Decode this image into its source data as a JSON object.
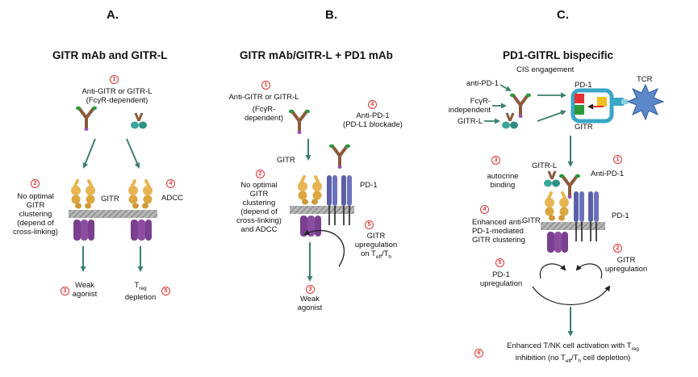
{
  "panel_a": {
    "letter": "A.",
    "title": "GITR mAb and GITR-L",
    "n1": "1",
    "agent_line1": "Anti-GITR or GITR-L",
    "agent_line2": "(FcγR-dependent)",
    "n2": "2",
    "no_opt_1": "No optimal",
    "no_opt_2": "GITR",
    "no_opt_3": "clustering",
    "no_opt_4": "(depend of",
    "no_opt_5": "cross-linking)",
    "gitr": "GITR",
    "n4": "4",
    "adcc": "ADCC",
    "n3": "3",
    "weak_1": "Weak",
    "weak_2": "agonist",
    "treg_t": "T",
    "treg_sub": "reg",
    "depletion": "depletion",
    "n5": "5"
  },
  "panel_b": {
    "letter": "B.",
    "title": "GITR mAb/GITR-L + PD1 mAb",
    "n1": "1",
    "agent_1": "Anti-GITR or GITR-L",
    "agent_2": "(FcγR-",
    "agent_3": "dependent)",
    "n4": "4",
    "pd1_1": "Anti-PD-1",
    "pd1_2": "(PD-L1 blockade)",
    "gitr": "GITR",
    "n2": "2",
    "no_opt_1": "No optimal",
    "no_opt_2": "GITR",
    "no_opt_3": "clustering",
    "no_opt_4": "(depend of",
    "no_opt_5": "cross-linking)",
    "no_opt_6": "and ADCC",
    "pd1": "PD-1",
    "n5": "5",
    "up_1": "GITR",
    "up_2": "upregulation",
    "up_on": "on T",
    "up_eff": "eff",
    "up_slash": "/T",
    "up_h": "h",
    "n3": "3",
    "weak_1": "Weak",
    "weak_2": "agonist"
  },
  "panel_c": {
    "letter": "C.",
    "title": "PD1-GITRL bispecific",
    "cis": "CIS engagement",
    "anti_pd1": "anti-PD-1",
    "fcyr_1": "FcγR-",
    "fcyr_2": "independent",
    "gitrl": "GITR-L",
    "pd1_top": "PD-1",
    "tcr": "TCR",
    "gitr_top": "GITR",
    "n3": "3",
    "gitrl_mid": "GITR-L",
    "n1": "1",
    "auto_1": "autocrine",
    "auto_2": "binding",
    "anti_pd1_mid": "Anti-PD-1",
    "n4": "4",
    "enh_1": "Enhanced anti-",
    "enh_2": "PD-1-mediated",
    "enh_3": "GITR clustering",
    "gitr_mid": "GITR",
    "pd1_mid": "PD-1",
    "n2": "2",
    "gup_1": "GITR",
    "gup_2": "upregulation",
    "n5": "5",
    "pup_1": "PD-1",
    "pup_2": "upregulation",
    "n6": "6",
    "final_1a": "Enhanced T/NK cell activation with T",
    "final_1sub": "reg",
    "final_2a": "inhibition (no T",
    "final_2eff": "eff",
    "final_2b": "/T",
    "final_2h": "h",
    "final_2c": " cell depletion)"
  },
  "colors": {
    "arrow": "#3d7f6e",
    "gitr": "#e8b552",
    "gitr_tail": "#7a3f8f",
    "pd1": "#5a5fa8",
    "antibody": "#9a6b4e",
    "membrane": "#9b9b9b",
    "number": "#e03030"
  }
}
